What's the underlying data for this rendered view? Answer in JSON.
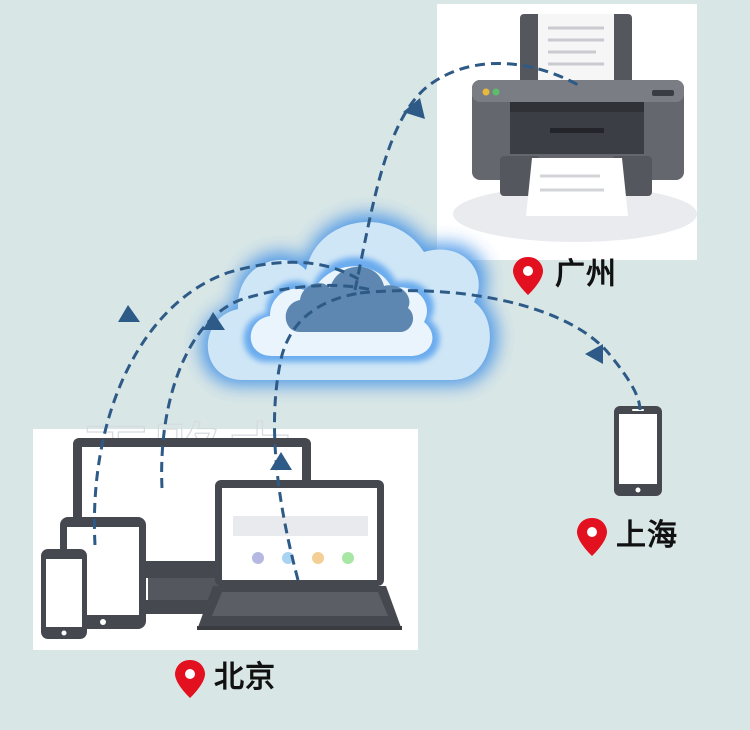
{
  "locations": {
    "guangzhou": "广州",
    "shanghai": "上海",
    "beijing": "北京"
  },
  "watermark": "天路由",
  "colors": {
    "background": "#d9e6e6",
    "arrow": "#2d5a86",
    "pin": "#e3101f",
    "cloud_glow": "#3d8fe6",
    "cloud_fill": "#5d87b0",
    "device_dark": "#46484f"
  },
  "icons": {
    "pin": "location-pin-icon",
    "cloud": "cloud-icon",
    "printer": "printer-icon",
    "phone": "smartphone-icon"
  }
}
